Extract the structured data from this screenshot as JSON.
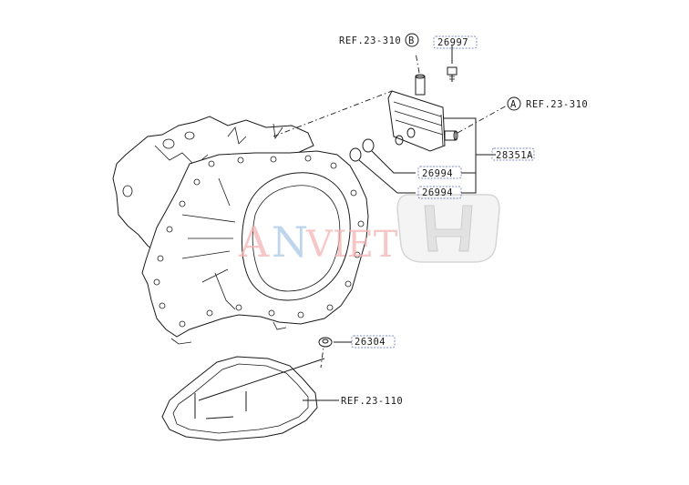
{
  "labels": {
    "ref_top_left": "REF.23-310",
    "ref_top_left_callout": "B",
    "ref_top_right": "REF.23-310",
    "ref_top_right_callout": "A",
    "bolt": "26997",
    "cooler": "28351A",
    "oring_upper": "26994",
    "oring_lower": "26994",
    "drain_plug": "26304",
    "ref_bottom": "REF.23-110"
  },
  "watermark": {
    "text_a": "A",
    "text_n": "N",
    "text_viet": "VIET",
    "color": "#f4b5b5",
    "brand_icon": "mitsubishi-logo-icon",
    "emblem_icon": "honda-logo-icon"
  }
}
